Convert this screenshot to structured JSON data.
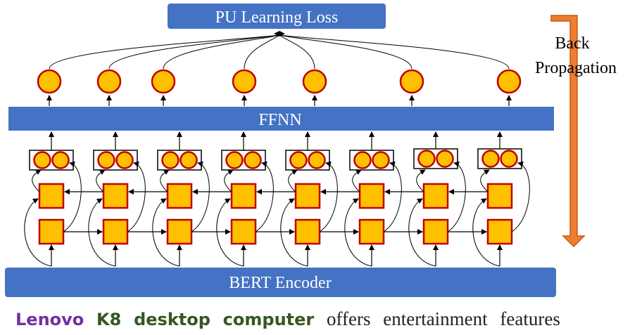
{
  "diagram": {
    "loss_label": "PU Learning Loss",
    "backprop_label_line1": "Back",
    "backprop_label_line2": "Propagation",
    "ffnn_label": "FFNN",
    "encoder_label": "BERT Encoder",
    "token_count": 8,
    "output_node_count": 7,
    "colors": {
      "blue_bar": "#4472c4",
      "node_fill": "#ffc000",
      "node_stroke": "#c00000",
      "arrow_orange": "#ed7d31",
      "arrow_orange_stroke": "#c55a11",
      "line": "#000000"
    }
  },
  "sentence": {
    "words": [
      {
        "text": "Lenovo",
        "color": "#7030a0",
        "style": "brand"
      },
      {
        "text": "K8",
        "color": "#375623",
        "style": "brand"
      },
      {
        "text": "desktop",
        "color": "#375623",
        "style": "brand"
      },
      {
        "text": "computer",
        "color": "#375623",
        "style": "brand"
      },
      {
        "text": "offers",
        "color": "#222222",
        "style": "plain"
      },
      {
        "text": "entertainment",
        "color": "#222222",
        "style": "plain"
      },
      {
        "text": "features",
        "color": "#222222",
        "style": "plain"
      }
    ]
  }
}
